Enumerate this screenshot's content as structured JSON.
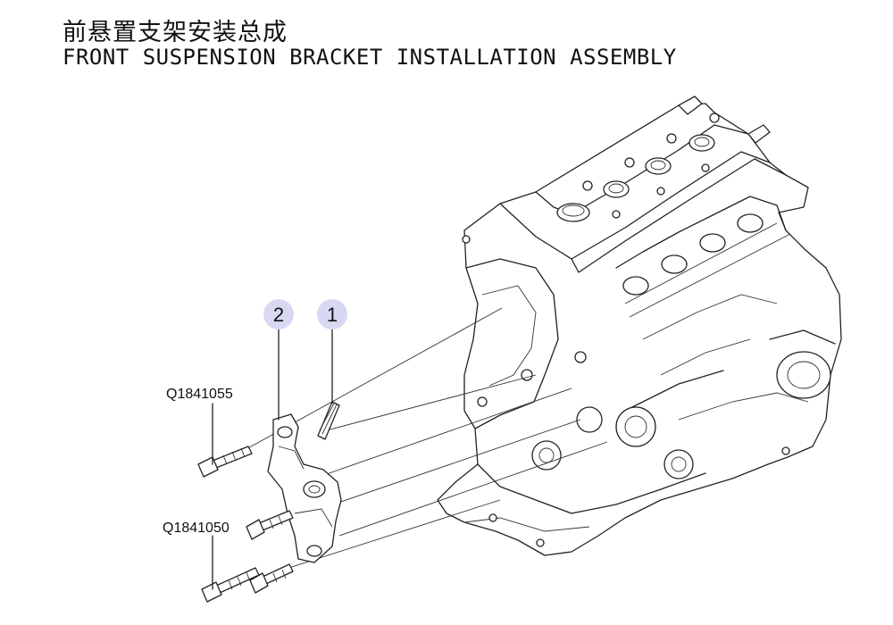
{
  "title_cn": "前悬置支架安装总成",
  "title_en": "FRONT SUSPENSION BRACKET INSTALLATION ASSEMBLY",
  "callouts": [
    {
      "label": "2"
    },
    {
      "label": "1"
    }
  ],
  "part_numbers": [
    {
      "code": "Q1841055"
    },
    {
      "code": "Q1841050"
    }
  ],
  "colors": {
    "callout_fill": "#d8d8f2",
    "line": "#222222"
  }
}
